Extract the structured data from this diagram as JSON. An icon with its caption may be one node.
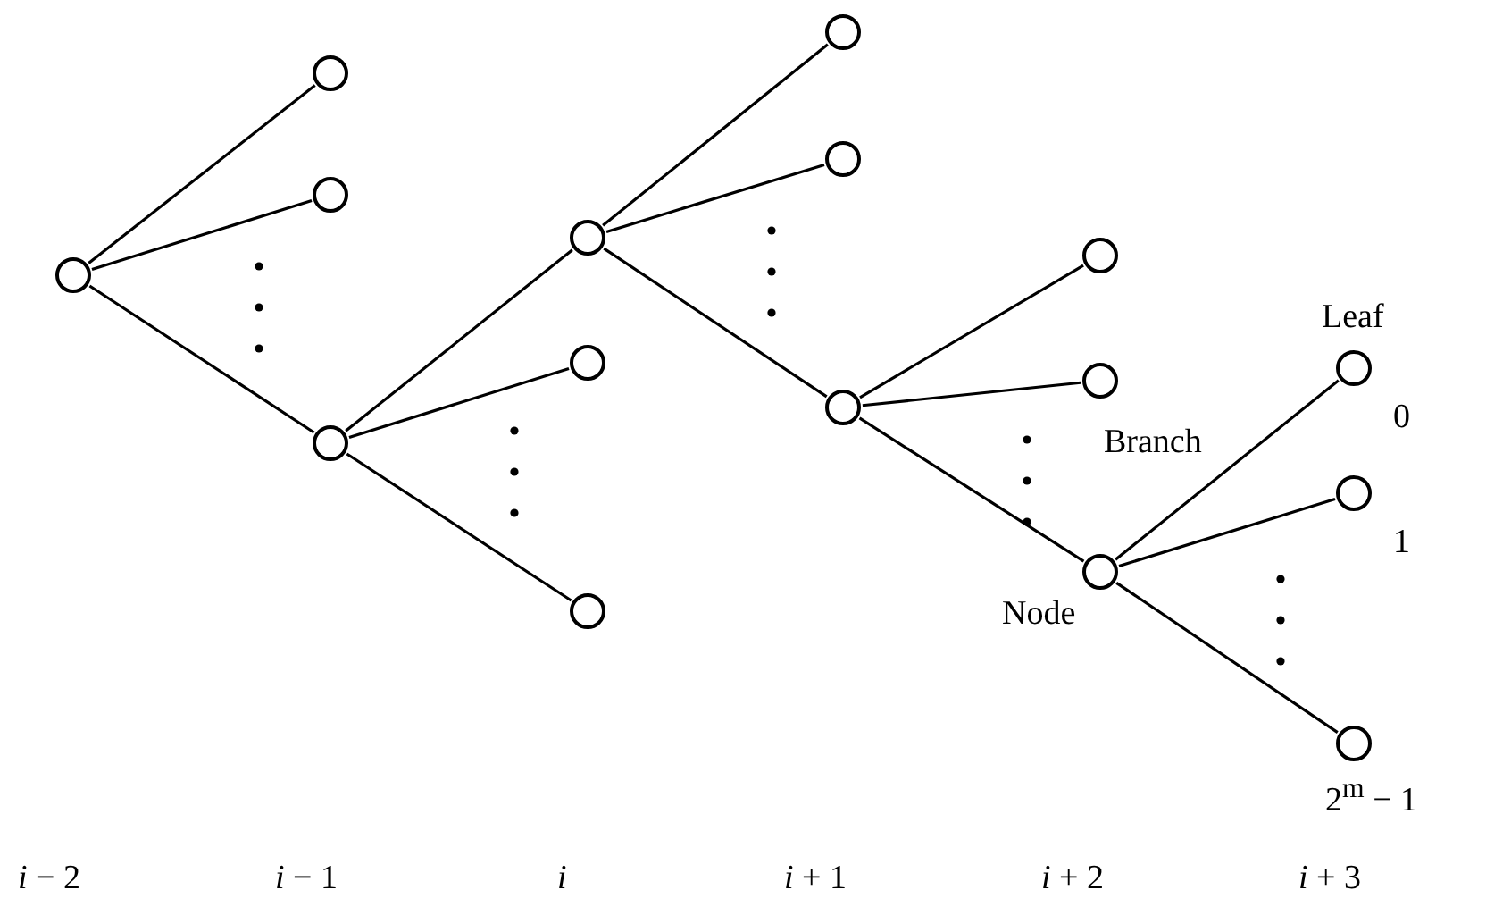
{
  "diagram": {
    "nodes": [
      {
        "text": [],
        "shape": "circle"
      },
      {
        "text": [],
        "shape": "circle"
      },
      {
        "text": [],
        "shape": "circle"
      },
      {
        "text": [],
        "shape": "circle"
      },
      {
        "text": [],
        "shape": "circle"
      },
      {
        "text": [],
        "shape": "circle"
      },
      {
        "text": [],
        "shape": "circle"
      },
      {
        "text": [],
        "shape": "circle"
      },
      {
        "text": [],
        "shape": "circle"
      },
      {
        "text": [],
        "shape": "circle"
      },
      {
        "text": [],
        "shape": "circle"
      },
      {
        "text": [],
        "shape": "circle"
      },
      {
        "text": [],
        "shape": "circle",
        "beside": [
          "Node"
        ]
      },
      {
        "text": [],
        "shape": "circle",
        "beside": [
          "Leaf",
          "0"
        ]
      },
      {
        "text": [],
        "shape": "circle",
        "beside": [
          "1"
        ]
      },
      {
        "text": [],
        "shape": "circle",
        "beside": [
          "2$^{m}$ − 1"
        ]
      }
    ],
    "edges": [
      {
        "from": 0,
        "to": 1,
        "arrow": "none"
      },
      {
        "from": 0,
        "to": 2,
        "arrow": "none"
      },
      {
        "from": 0,
        "to": 3,
        "arrow": "none"
      },
      {
        "from": 3,
        "to": 4,
        "arrow": "none"
      },
      {
        "from": 3,
        "to": 5,
        "arrow": "none"
      },
      {
        "from": 3,
        "to": 6,
        "arrow": "none"
      },
      {
        "from": 4,
        "to": 7,
        "arrow": "none"
      },
      {
        "from": 4,
        "to": 8,
        "arrow": "none"
      },
      {
        "from": 4,
        "to": 9,
        "arrow": "none"
      },
      {
        "from": 9,
        "to": 10,
        "arrow": "none"
      },
      {
        "from": 9,
        "to": 11,
        "arrow": "none"
      },
      {
        "from": 9,
        "to": 12,
        "arrow": "none"
      },
      {
        "from": 12,
        "to": 13,
        "arrow": "none"
      },
      {
        "from": 12,
        "to": 14,
        "arrow": "none"
      },
      {
        "from": 12,
        "to": 15,
        "arrow": "none"
      }
    ],
    "labels": [
      "Branch",
      "*i* − 2",
      "*i* − 1",
      "*i*",
      "*i* + 1",
      "*i* + 2",
      "*i* + 3"
    ]
  }
}
